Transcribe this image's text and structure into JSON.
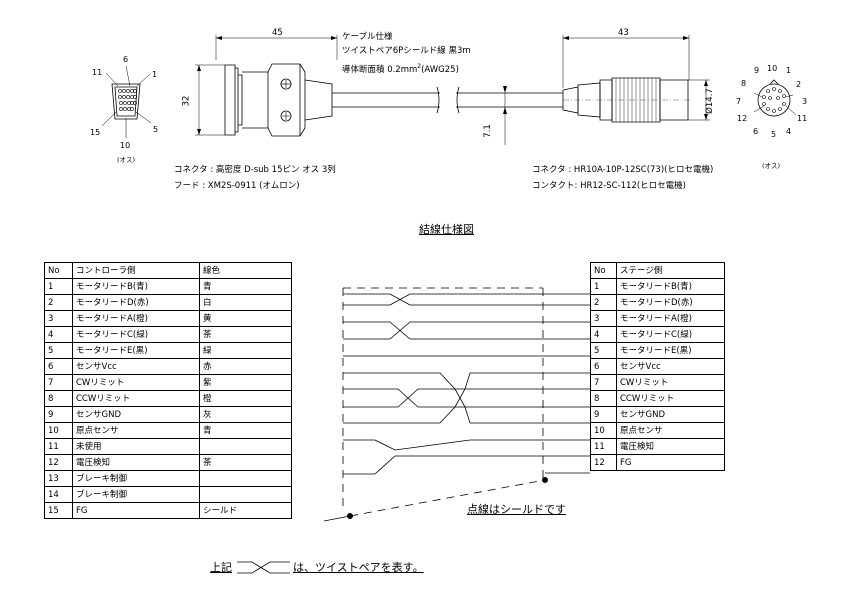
{
  "cable_spec": {
    "title": "ケーブル仕様",
    "line1": "ツイストペア6Pシールド線 黒3m",
    "line2_pre": "導体断面積 0.2mm",
    "line2_sup": "2",
    "line2_post": "(AWG25)"
  },
  "dims": {
    "d45": "45",
    "d43": "43",
    "d32": "32",
    "d71": "7.1",
    "d147": "Ø14.7"
  },
  "left_connector": {
    "pins": {
      "p6": "6",
      "p11": "11",
      "p1": "1",
      "p15": "15",
      "p5": "5",
      "p10": "10"
    },
    "side_label": "(オス)",
    "connector_line": "コネクタ : 高密度 D-sub 15ピン オス 3列",
    "hood_line": "フード : XM2S-0911 (オムロン)"
  },
  "right_connector": {
    "pins": {
      "p9": "9",
      "p10": "10",
      "p1": "1",
      "p8": "8",
      "p2": "2",
      "p7": "7",
      "p3": "3",
      "p12": "12",
      "p11": "11",
      "p6": "6",
      "p5": "5",
      "p4": "4"
    },
    "side_label": "(オス)",
    "connector_line": "コネクタ : HR10A-10P-12SC(73)(ヒロセ電機)",
    "contact_line": "コンタクト: HR12-SC-112(ヒロセ電機)"
  },
  "wiring_title": "結線仕様図",
  "left_table": {
    "headers": [
      "No",
      "コントローラ側",
      "線色"
    ],
    "rows": [
      [
        "1",
        "モータリードB(青)",
        "青"
      ],
      [
        "2",
        "モータリードD(赤)",
        "白"
      ],
      [
        "3",
        "モータリードA(橙)",
        "黄"
      ],
      [
        "4",
        "モータリードC(緑)",
        "茶"
      ],
      [
        "5",
        "モータリードE(黒)",
        "緑"
      ],
      [
        "6",
        "センサVcc",
        "赤"
      ],
      [
        "7",
        "CWリミット",
        "紫"
      ],
      [
        "8",
        "CCWリミット",
        "橙"
      ],
      [
        "9",
        "センサGND",
        "灰"
      ],
      [
        "10",
        "原点センサ",
        "青"
      ],
      [
        "11",
        "未使用",
        ""
      ],
      [
        "12",
        "電圧検知",
        "茶"
      ],
      [
        "13",
        "ブレーキ制御",
        ""
      ],
      [
        "14",
        "ブレーキ制御",
        ""
      ],
      [
        "15",
        "FG",
        "シールド"
      ]
    ]
  },
  "right_table": {
    "headers": [
      "No",
      "ステージ側"
    ],
    "rows": [
      [
        "1",
        "モータリードB(青)"
      ],
      [
        "2",
        "モータリードD(赤)"
      ],
      [
        "3",
        "モータリードA(橙)"
      ],
      [
        "4",
        "モータリードC(緑)"
      ],
      [
        "5",
        "モータリードE(黒)"
      ],
      [
        "6",
        "センサVcc"
      ],
      [
        "7",
        "CWリミット"
      ],
      [
        "8",
        "CCWリミット"
      ],
      [
        "9",
        "センサGND"
      ],
      [
        "10",
        "原点センサ"
      ],
      [
        "11",
        "電圧検知"
      ],
      [
        "12",
        "FG"
      ]
    ]
  },
  "shield_note": "点線はシールドです",
  "legend": {
    "prefix": "上記",
    "suffix": "は、ツイストペアを表す。"
  }
}
